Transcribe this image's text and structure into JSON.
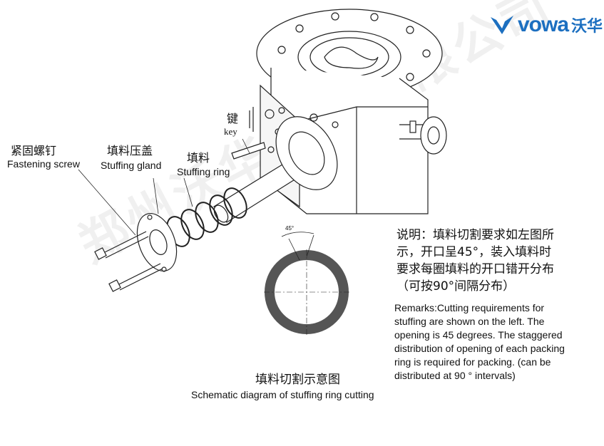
{
  "logo": {
    "brand": "vowa",
    "chinese": "沃华",
    "color": "#1c6fc0"
  },
  "watermark": "郑州沃华机械有限公司",
  "labels": {
    "screw_zh": "紧固螺钉",
    "screw_en": "Fastening screw",
    "gland_zh": "填料压盖",
    "gland_en": "Stuffing gland",
    "ring_zh": "填料",
    "ring_en": "Stuffing ring",
    "key_zh": "键",
    "key_en": "key",
    "angle": "45°"
  },
  "note": {
    "zh": [
      "说明：填料切割要求如左图所",
      "示，开口呈45°，装入填料时",
      "要求每圈填料的开口错开分布",
      "（可按90°间隔分布）"
    ],
    "en": [
      "Remarks:Cutting requirements for",
      "stuffing are shown on the left. The",
      "opening is 45 degrees. The staggered",
      "distribution of opening of each packing",
      "ring is required for packing. (can be",
      "distributed at 90 °  intervals)"
    ]
  },
  "caption": {
    "zh": "填料切割示意图",
    "en": "Schematic diagram of stuffing ring cutting"
  }
}
